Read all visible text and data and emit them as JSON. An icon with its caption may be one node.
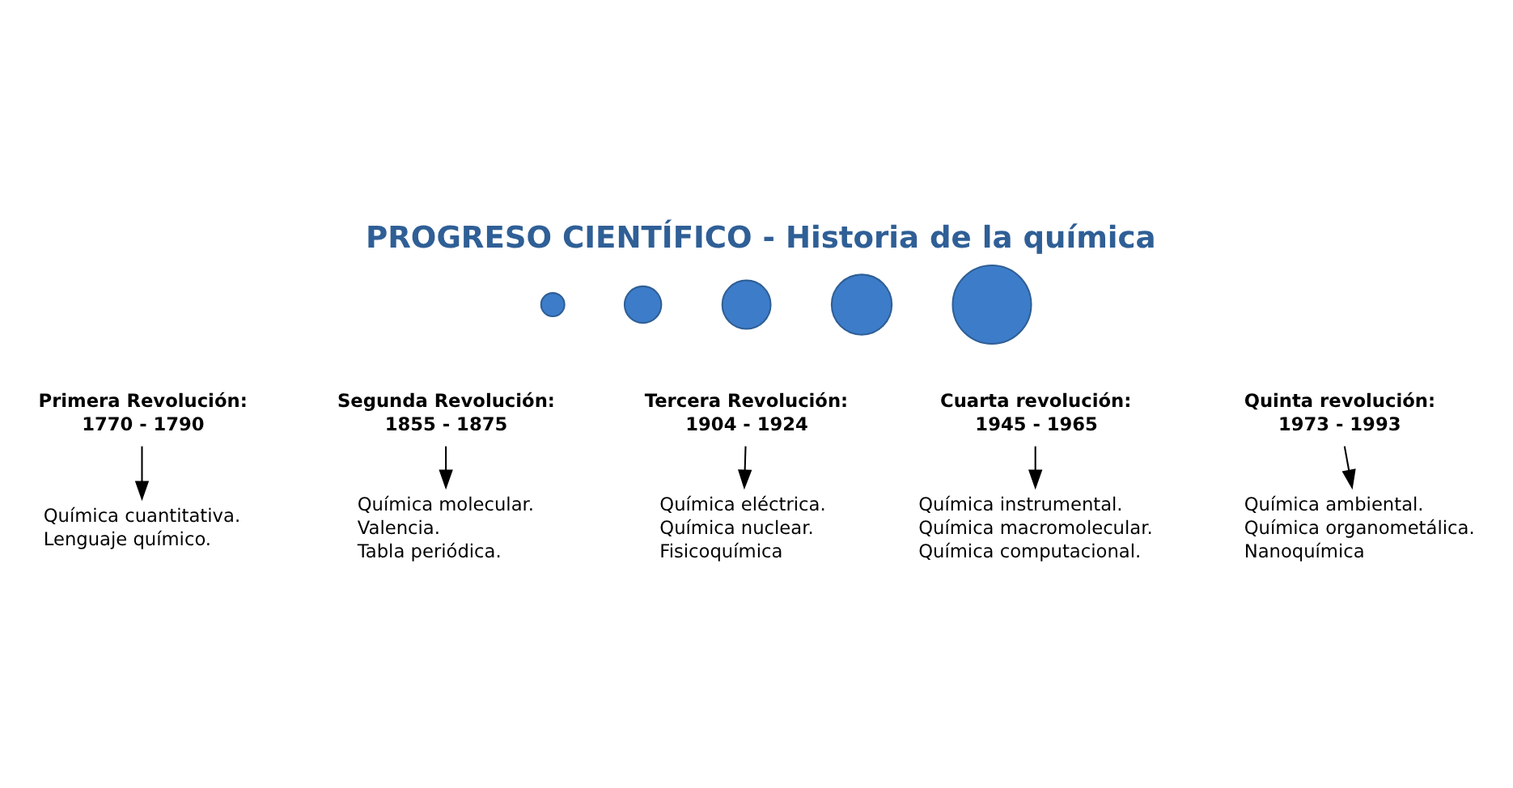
{
  "diagram": {
    "title": "PROGRESO CIENTÍFICO - Historia de la química",
    "nodes": [
      {
        "text": [],
        "shape": "circle"
      },
      {
        "text": [
          "Primera Revolución:",
          "1770 - 1790"
        ]
      },
      {
        "text": [
          "Química cuantitativa.",
          "Lenguaje químico."
        ]
      },
      {
        "text": [],
        "shape": "circle"
      },
      {
        "text": [
          "Segunda Revolución:",
          "1855 - 1875"
        ]
      },
      {
        "text": [
          "Química molecular.",
          "Valencia.",
          "Tabla periódica."
        ]
      },
      {
        "text": [],
        "shape": "circle"
      },
      {
        "text": [
          "Tercera Revolución:",
          "1904 - 1924"
        ]
      },
      {
        "text": [
          "Química eléctrica.",
          "Química nuclear.",
          "Fisicoquímica"
        ]
      },
      {
        "text": [],
        "shape": "circle"
      },
      {
        "text": [
          "Cuarta revolución:",
          "1945 - 1965"
        ]
      },
      {
        "text": [
          "Química instrumental.",
          "Química macromolecular.",
          "Química computacional."
        ]
      },
      {
        "text": [],
        "shape": "circle"
      },
      {
        "text": [
          "Quinta revolución:",
          "1973 - 1993"
        ]
      },
      {
        "text": [
          "Química ambiental.",
          "Química organometálica.",
          "Nanoquímica"
        ]
      }
    ],
    "edges": [
      {
        "from": 1,
        "to": 2,
        "arrow": "to"
      },
      {
        "from": 4,
        "to": 5,
        "arrow": "to"
      },
      {
        "from": 7,
        "to": 8,
        "arrow": "to"
      },
      {
        "from": 10,
        "to": 11,
        "arrow": "to"
      },
      {
        "from": 13,
        "to": 14,
        "arrow": "to"
      }
    ]
  }
}
